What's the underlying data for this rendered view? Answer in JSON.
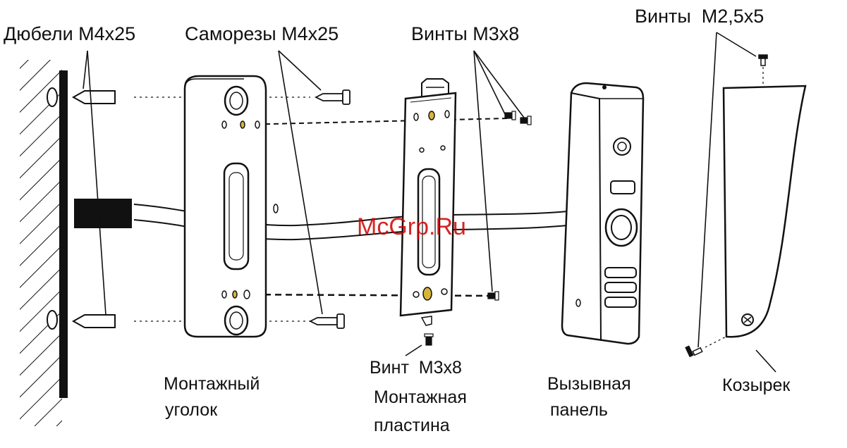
{
  "labels": {
    "dowels": "Дюбели М4х25",
    "self_tapping_screws": "Саморезы М4х25",
    "screws_m3x8": "Винты М3х8",
    "screws_m2_5x5": "Винты  М2,5х5",
    "screw_bottom": "Винт  М3х8",
    "mounting_bracket_line1": "Монтажный",
    "mounting_bracket_line2": "уголок",
    "mounting_plate_line1": "Монтажная",
    "mounting_plate_line2": "пластина",
    "call_panel_line1": "Вызывная",
    "call_panel_line2": "панель",
    "visor": "Козырек"
  },
  "watermark": "McGrp.Ru",
  "colors": {
    "line": "#111111",
    "watermark": "#d00000",
    "background": "#ffffff",
    "brass": "#d9b43a"
  }
}
